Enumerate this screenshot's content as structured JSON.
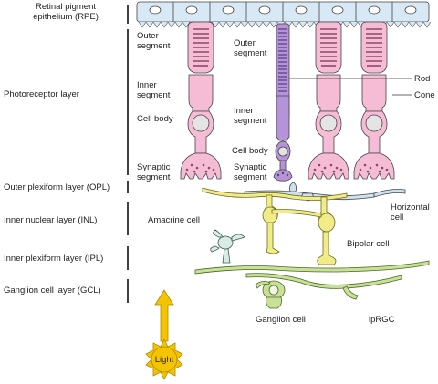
{
  "layers": {
    "rpe": "Retinal pigment\nepithelium (RPE)",
    "photoreceptor": "Photoreceptor layer",
    "opl": "Outer plexiform layer (OPL)",
    "inl": "Inner nuclear layer (INL)",
    "ipl": "Inner plexiform layer (IPL)",
    "gcl": "Ganglion cell layer (GCL)"
  },
  "parts": {
    "outer_segment": "Outer\nsegment",
    "inner_segment": "Inner\nsegment",
    "cell_body": "Cell body",
    "synaptic_segment": "Synaptic\nsegment",
    "outer_segment_rod": "Outer\nsegment",
    "inner_segment_rod": "Inner\nsegment",
    "cell_body_rod": "Cell body",
    "synaptic_segment_rod": "Synaptic\nsegment"
  },
  "cells": {
    "rod": "Rod",
    "cone": "Cone",
    "horizontal": "Horizontal\ncell",
    "amacrine": "Amacrine cell",
    "bipolar": "Bipolar cell",
    "ganglion": "Ganglion cell",
    "iprgc": "ipRGC"
  },
  "light": "Light",
  "colors": {
    "rpe": "#d8e8f4",
    "cone": "#f6bcd6",
    "rod": "#b493d6",
    "bipolar": "#f2ec88",
    "horizontal": "#cfe2ea",
    "ganglion": "#c8e098",
    "amacrine": "#d8ece4",
    "light": "#f5c400"
  }
}
